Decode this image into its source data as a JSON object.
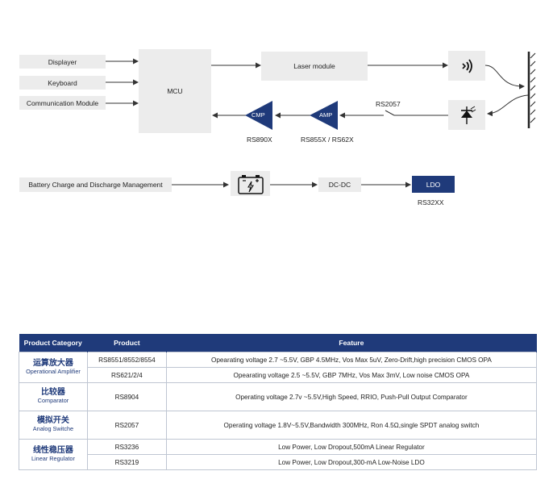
{
  "diagram": {
    "inputs": [
      "Displayer",
      "Keyboard",
      "Communication Module"
    ],
    "mcu": "MCU",
    "laser_module": "Laser module",
    "cmp": "CMP",
    "amp": "AMP",
    "rs2057": "RS2057",
    "rs890x": "RS890X",
    "rs855x": "RS855X / RS62X",
    "battery": "Battery Charge and Discharge Management",
    "dcdc": "DC-DC",
    "ldo": "LDO",
    "rs32xx": "RS32XX"
  },
  "table": {
    "headers": [
      "Product Category",
      "Product",
      "Feature"
    ],
    "groups": [
      {
        "cat_cn": "运算放大器",
        "cat_en": "Operational Amplifier",
        "rows": [
          {
            "product": "RS8551/8552/8554",
            "feature": "Opearating voltage 2.7 ~5.5V, GBP 4.5MHz,  Vos Max 5uV, Zero-Drift,high precision CMOS OPA"
          },
          {
            "product": "RS621/2/4",
            "feature": "Opearating voltage 2.5 ~5.5V, GBP 7MHz,  Vos Max 3mV, Low noise CMOS OPA"
          }
        ]
      },
      {
        "cat_cn": "比较器",
        "cat_en": "Comparator",
        "rows": [
          {
            "product": "RS8904",
            "feature": "Operating voltage 2.7v ~5.5V,High Speed, RRIO, Push-Pull Output Comparator"
          }
        ]
      },
      {
        "cat_cn": "模拟开关",
        "cat_en": "Analog Switche",
        "rows": [
          {
            "product": "RS2057",
            "feature": "Operating voltage 1.8V~5.5V,Bandwidth 300MHz, Ron 4.5Ω,single SPDT analog switch"
          }
        ]
      },
      {
        "cat_cn": "线性稳压器",
        "cat_en": "Linear Regulator",
        "rows": [
          {
            "product": "RS3236",
            "feature": "Low Power, Low Dropout,500mA Linear Regulator"
          },
          {
            "product": "RS3219",
            "feature": "Low Power, Low Dropout,300-mA Low-Noise LDO"
          }
        ]
      }
    ]
  },
  "colors": {
    "accent": "#1f3a7a",
    "box": "#ececec",
    "line": "#333333"
  },
  "icons": [
    "wireless-signal-icon",
    "photodiode-icon",
    "battery-icon",
    "mirror-hatch-icon"
  ]
}
